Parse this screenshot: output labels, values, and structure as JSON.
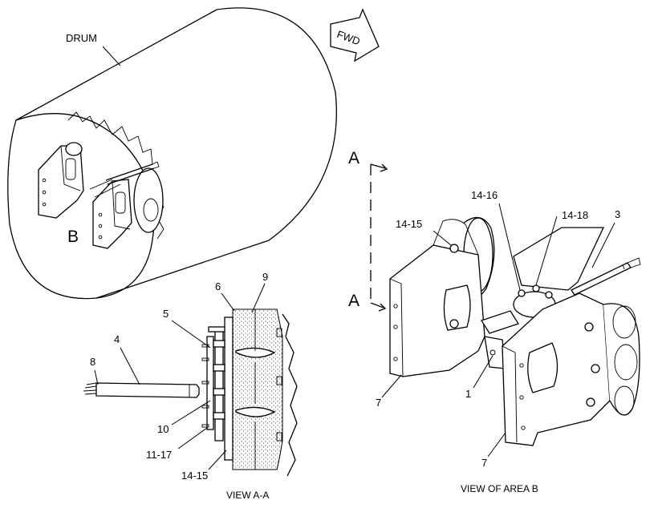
{
  "labels": {
    "drum": "DRUM",
    "fwd": "FWD",
    "area_b": "B",
    "section_a_top": "A",
    "section_a_bottom": "A",
    "view_a_a": {
      "p6": "6",
      "p9": "9",
      "p5": "5",
      "p4": "4",
      "p8": "8",
      "p10": "10",
      "p11_17": "11-17",
      "p14_15": "14-15",
      "caption": "VIEW  A-A"
    },
    "view_area_b": {
      "p14_16": "14-16",
      "p14_18": "14-18",
      "p3": "3",
      "p14_15": "14-15",
      "p1": "1",
      "p7_left": "7",
      "p7_bottom": "7",
      "caption": "VIEW OF AREA  B"
    }
  }
}
